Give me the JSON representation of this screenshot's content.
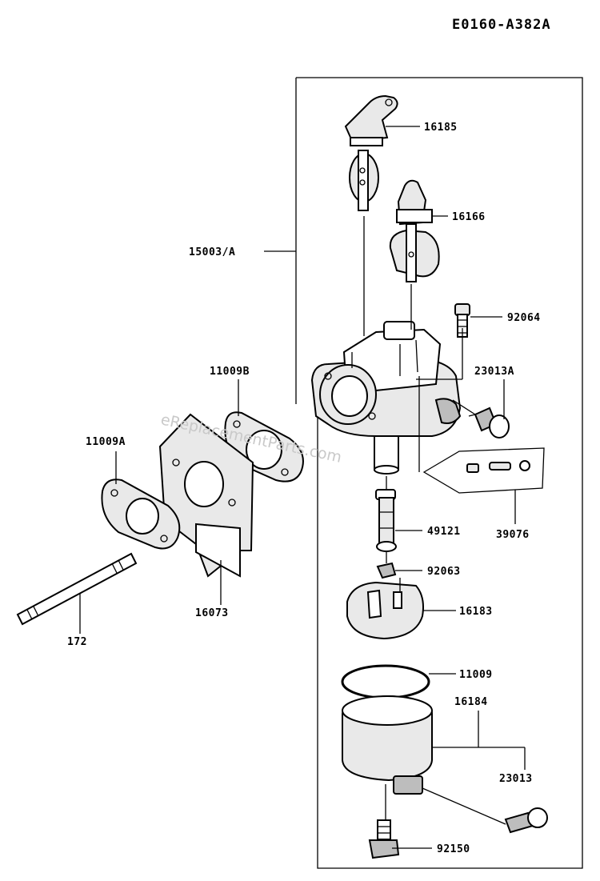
{
  "diagram": {
    "id": "E0160-A382A",
    "watermark": "eReplacementParts.com",
    "part_labels": [
      {
        "key": "p16185",
        "text": "16185"
      },
      {
        "key": "p16166",
        "text": "16166"
      },
      {
        "key": "p15003A",
        "text": "15003/A"
      },
      {
        "key": "p92064",
        "text": "92064"
      },
      {
        "key": "p11009B",
        "text": "11009B"
      },
      {
        "key": "p23013A",
        "text": "23013A"
      },
      {
        "key": "p11009A",
        "text": "11009A"
      },
      {
        "key": "p49121",
        "text": "49121"
      },
      {
        "key": "p39076",
        "text": "39076"
      },
      {
        "key": "p92063",
        "text": "92063"
      },
      {
        "key": "p16183",
        "text": "16183"
      },
      {
        "key": "p16073",
        "text": "16073"
      },
      {
        "key": "p172",
        "text": "172"
      },
      {
        "key": "p11009",
        "text": "11009"
      },
      {
        "key": "p16184",
        "text": "16184"
      },
      {
        "key": "p23013",
        "text": "23013"
      },
      {
        "key": "p92150",
        "text": "92150"
      }
    ]
  }
}
